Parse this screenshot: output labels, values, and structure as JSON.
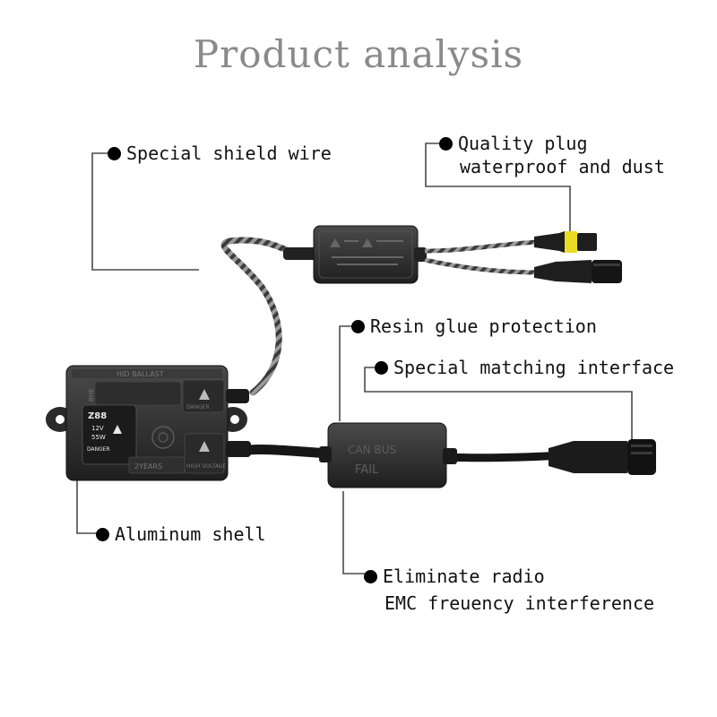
{
  "title": "Product analysis",
  "callouts": {
    "shield_wire": "Special shield wire",
    "plug_line1": "Quality plug",
    "plug_line2": "waterproof and dust",
    "resin": "Resin glue protection",
    "interface": "Special matching interface",
    "aluminum": "Aluminum shell",
    "radio_line1": "Eliminate radio",
    "radio_line2": "EMC freuency interference"
  },
  "ballast": {
    "top_label": "HID BALLAST",
    "side_label": "BHE",
    "model": "Z88",
    "voltage": "12V",
    "wattage": "55W",
    "danger": "DANGER",
    "years": "2YEARS",
    "high_voltage": "HIGH VOLTAGE"
  },
  "canbus": {
    "line1": "CAN BUS",
    "line2": "FAIL"
  },
  "colors": {
    "leader": "#4a4a4a",
    "device": "#2b2b2b",
    "plug_yellow": "#e9dc22"
  }
}
